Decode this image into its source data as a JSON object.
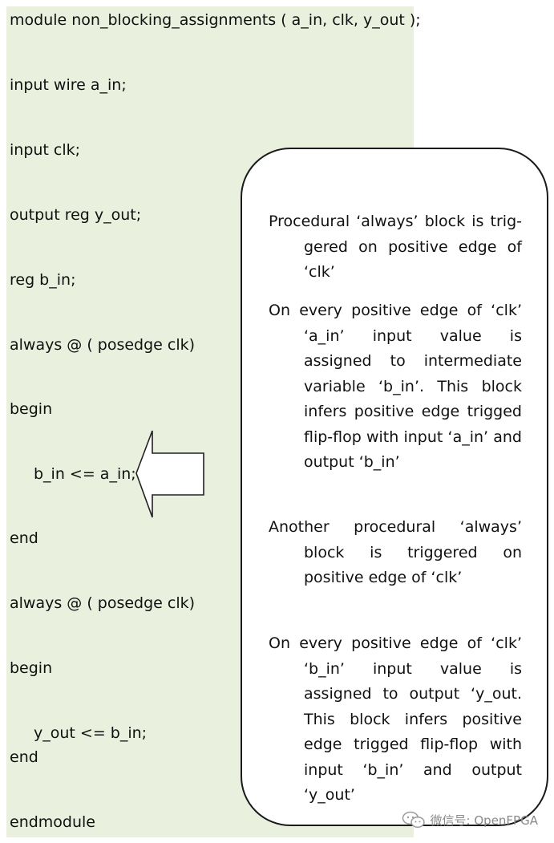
{
  "code": {
    "lines": [
      "module non_blocking_assignments ( a_in, clk, y_out );",
      "input wire a_in;",
      "input clk;",
      "output reg y_out;",
      "reg b_in;",
      "always @ ( posedge clk)",
      "begin",
      "b_in <= a_in;",
      "end",
      "always @ ( posedge clk)",
      "begin",
      "y_out <= b_in;",
      "end",
      "endmodule"
    ]
  },
  "notes": [
    "Procedural ‘always’ block is trig­gered on positive edge of ‘clk’",
    "On every positive edge of ‘clk’ ‘a_in’ input value is assigned to intermediate variable ‘b_in’. This block infers posi­tive edge trigged flip-flop with input ‘a_in’ and output ‘b_in’",
    "Another procedural ‘always’ block is triggered on positive edge of ‘clk’",
    "On every positive edge of ‘clk’ ‘b_in’ input value is assigned to output ‘y_out. This block infers positive edge trigged flip-flop with input ‘b_in’ and output ‘y_out’"
  ],
  "watermark": {
    "text": "微信号: OpenFPGA",
    "icon": "wechat-icon"
  }
}
